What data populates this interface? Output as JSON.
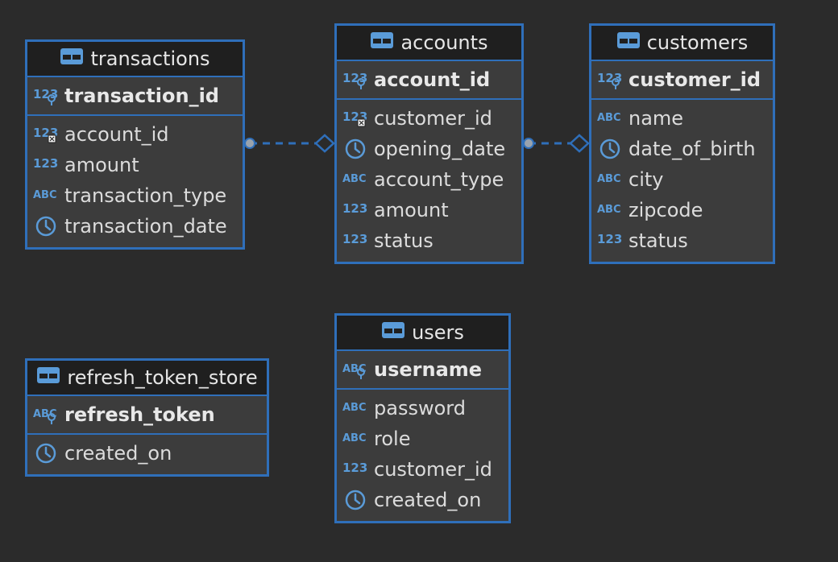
{
  "entities": {
    "transactions": {
      "title": "transactions",
      "pk": {
        "name": "transaction_id",
        "type": "number",
        "key": "primary"
      },
      "columns": [
        {
          "name": "account_id",
          "type": "number",
          "key": "foreign"
        },
        {
          "name": "amount",
          "type": "number"
        },
        {
          "name": "transaction_type",
          "type": "text"
        },
        {
          "name": "transaction_date",
          "type": "datetime"
        }
      ]
    },
    "accounts": {
      "title": "accounts",
      "pk": {
        "name": "account_id",
        "type": "number",
        "key": "primary"
      },
      "columns": [
        {
          "name": "customer_id",
          "type": "number",
          "key": "foreign"
        },
        {
          "name": "opening_date",
          "type": "datetime"
        },
        {
          "name": "account_type",
          "type": "text"
        },
        {
          "name": "amount",
          "type": "number"
        },
        {
          "name": "status",
          "type": "number"
        }
      ]
    },
    "customers": {
      "title": "customers",
      "pk": {
        "name": "customer_id",
        "type": "number",
        "key": "primary"
      },
      "columns": [
        {
          "name": "name",
          "type": "text"
        },
        {
          "name": "date_of_birth",
          "type": "datetime"
        },
        {
          "name": "city",
          "type": "text"
        },
        {
          "name": "zipcode",
          "type": "text"
        },
        {
          "name": "status",
          "type": "number"
        }
      ]
    },
    "users": {
      "title": "users",
      "pk": {
        "name": "username",
        "type": "text",
        "key": "primary"
      },
      "columns": [
        {
          "name": "password",
          "type": "text"
        },
        {
          "name": "role",
          "type": "text"
        },
        {
          "name": "customer_id",
          "type": "number"
        },
        {
          "name": "created_on",
          "type": "datetime"
        }
      ]
    },
    "refresh_token_store": {
      "title": "refresh_token_store",
      "pk": {
        "name": "refresh_token",
        "type": "text",
        "key": "primary"
      },
      "columns": [
        {
          "name": "created_on",
          "type": "datetime"
        }
      ]
    }
  },
  "relationships": [
    {
      "from": "transactions",
      "to": "accounts",
      "style": "dashed"
    },
    {
      "from": "accounts",
      "to": "customers",
      "style": "dashed"
    }
  ],
  "colors": {
    "background": "#2b2b2b",
    "entity_border": "#2f6fba",
    "entity_body": "#3c3c3c",
    "entity_header": "#1f1f1f",
    "text": "#dcdcdc",
    "icon_blue": "#5a9bd8"
  },
  "type_icons": {
    "number": "123",
    "text": "ABC",
    "datetime": "clock-icon"
  }
}
